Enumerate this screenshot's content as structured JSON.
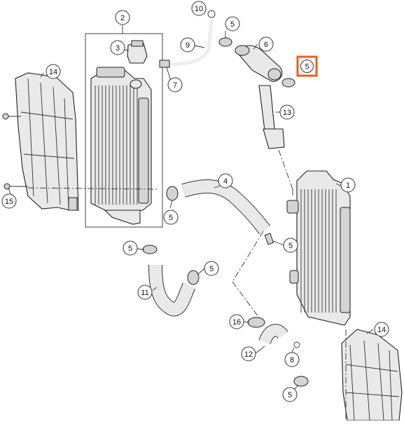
{
  "diagram": {
    "callouts": [
      {
        "id": "callout-1",
        "label": "1"
      },
      {
        "id": "callout-2",
        "label": "2"
      },
      {
        "id": "callout-3",
        "label": "3"
      },
      {
        "id": "callout-4",
        "label": "4"
      },
      {
        "id": "callout-5a",
        "label": "5"
      },
      {
        "id": "callout-5b",
        "label": "5"
      },
      {
        "id": "callout-5c",
        "label": "5"
      },
      {
        "id": "callout-5d",
        "label": "5"
      },
      {
        "id": "callout-5e",
        "label": "5"
      },
      {
        "id": "callout-5f",
        "label": "5"
      },
      {
        "id": "callout-5g",
        "label": "5"
      },
      {
        "id": "callout-6",
        "label": "6"
      },
      {
        "id": "callout-7",
        "label": "7"
      },
      {
        "id": "callout-8",
        "label": "8"
      },
      {
        "id": "callout-9",
        "label": "9"
      },
      {
        "id": "callout-10",
        "label": "10"
      },
      {
        "id": "callout-11",
        "label": "11"
      },
      {
        "id": "callout-12",
        "label": "12"
      },
      {
        "id": "callout-13",
        "label": "13"
      },
      {
        "id": "callout-14a",
        "label": "14"
      },
      {
        "id": "callout-14b",
        "label": "14"
      },
      {
        "id": "callout-15",
        "label": "15"
      },
      {
        "id": "callout-16",
        "label": "16"
      }
    ],
    "highlight": {
      "label": "5",
      "color": "#e8601c"
    }
  }
}
